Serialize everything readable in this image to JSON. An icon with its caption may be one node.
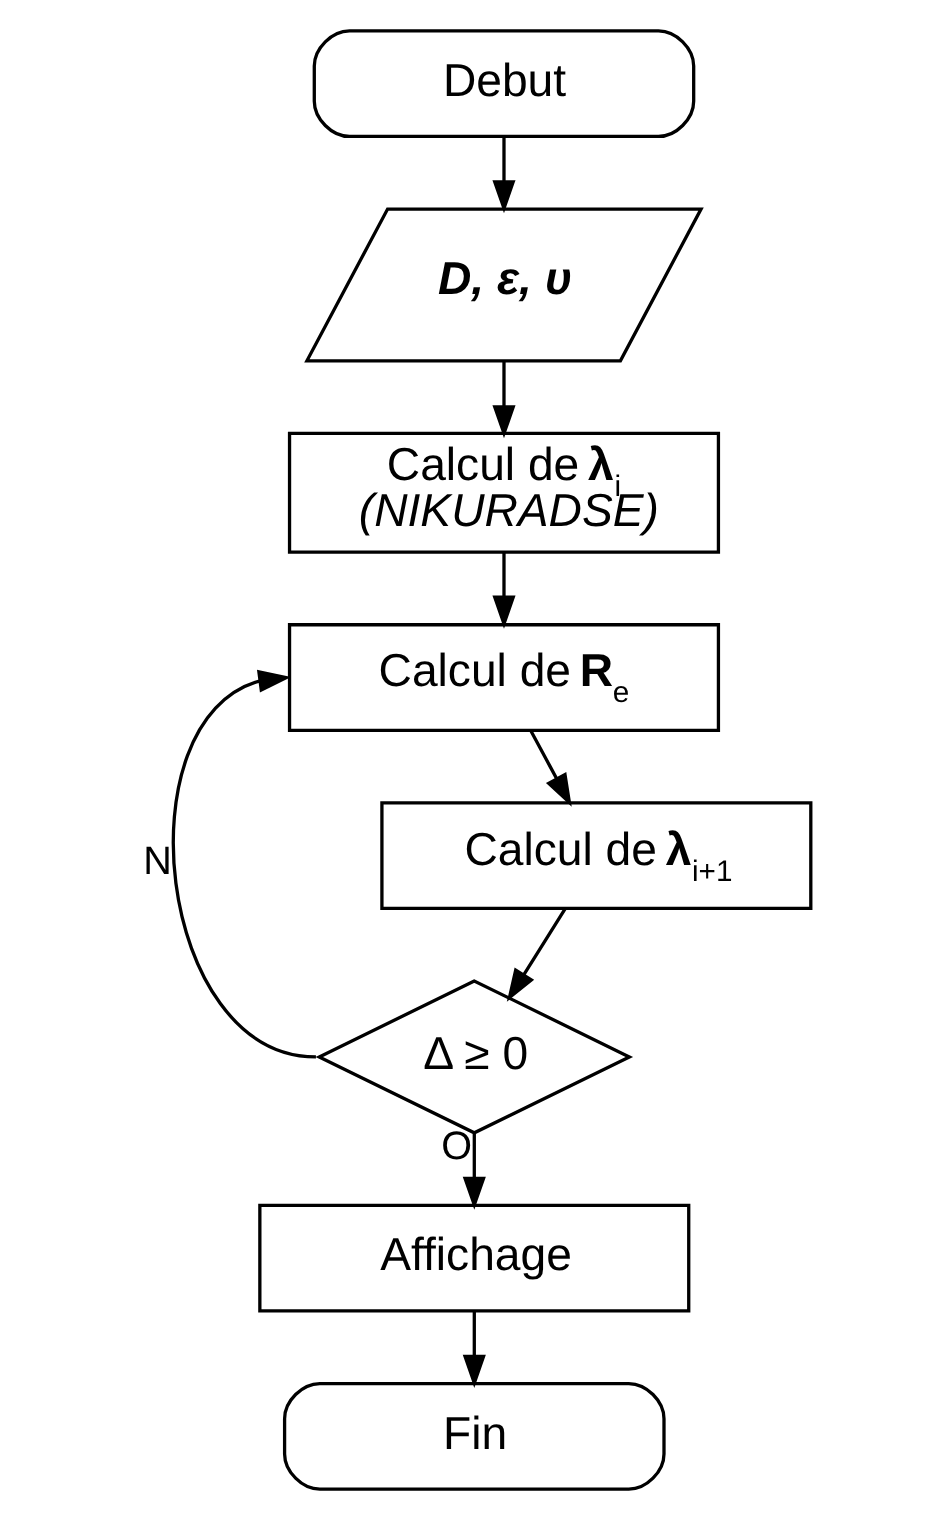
{
  "diagram": {
    "nodes": [
      {
        "text": [
          "Debut"
        ]
      },
      {
        "text": [
          "D, ε, υ"
        ]
      },
      {
        "text": [
          "Calcul de **λ**$_{i}$",
          "*(NIKURADSE)*"
        ]
      },
      {
        "text": [
          "Calcul de **R**$_{e}$"
        ]
      },
      {
        "text": [
          "Calcul de **λ**$_{i+1}$"
        ]
      },
      {
        "text": [
          "Δ ≥ 0"
        ]
      },
      {
        "text": [
          "Affichage"
        ]
      },
      {
        "text": [
          "Fin"
        ]
      }
    ],
    "edges": [
      {
        "from": 0,
        "to": 1,
        "arrow": "to"
      },
      {
        "from": 1,
        "to": 2,
        "arrow": "to"
      },
      {
        "from": 2,
        "to": 3,
        "arrow": "to"
      },
      {
        "from": 3,
        "to": 4,
        "arrow": "to"
      },
      {
        "from": 4,
        "to": 5,
        "arrow": "to"
      },
      {
        "from": 5,
        "to": 3,
        "label": "N",
        "arrow": "to"
      },
      {
        "from": 5,
        "to": 6,
        "label": "O",
        "arrow": "to"
      },
      {
        "from": 6,
        "to": 7,
        "arrow": "to"
      }
    ]
  }
}
